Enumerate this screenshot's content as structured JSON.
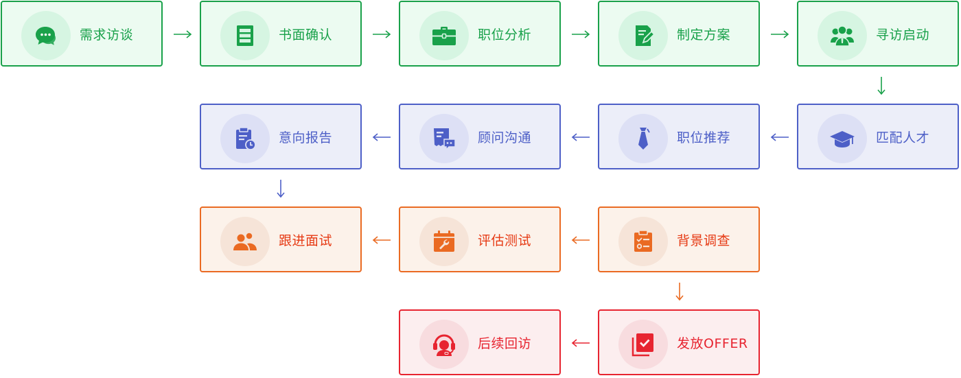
{
  "colors": {
    "green": "#19a14a",
    "blue": "#4d5fc7",
    "orange": "#ea6a22",
    "red": "#e72430"
  },
  "steps": [
    {
      "id": 1,
      "label": "需求访谈",
      "icon": "chat-bubble-icon",
      "color": "green"
    },
    {
      "id": 2,
      "label": "书面确认",
      "icon": "document-list-icon",
      "color": "green"
    },
    {
      "id": 3,
      "label": "职位分析",
      "icon": "briefcase-icon",
      "color": "green"
    },
    {
      "id": 4,
      "label": "制定方案",
      "icon": "edit-document-icon",
      "color": "green"
    },
    {
      "id": 5,
      "label": "寻访启动",
      "icon": "user-group-icon",
      "color": "green"
    },
    {
      "id": 6,
      "label": "匹配人才",
      "icon": "graduation-cap-icon",
      "color": "blue"
    },
    {
      "id": 7,
      "label": "职位推荐",
      "icon": "necktie-icon",
      "color": "blue"
    },
    {
      "id": 8,
      "label": "顾问沟通",
      "icon": "chat-document-icon",
      "color": "blue"
    },
    {
      "id": 9,
      "label": "意向报告",
      "icon": "clipboard-clock-icon",
      "color": "blue"
    },
    {
      "id": 10,
      "label": "跟进面试",
      "icon": "people-icon",
      "color": "orange"
    },
    {
      "id": 11,
      "label": "评估测试",
      "icon": "calendar-wrench-icon",
      "color": "orange"
    },
    {
      "id": 12,
      "label": "背景调查",
      "icon": "checklist-icon",
      "color": "orange"
    },
    {
      "id": 13,
      "label": "发放OFFER",
      "icon": "check-folder-icon",
      "color": "red"
    },
    {
      "id": 14,
      "label": "后续回访",
      "icon": "headset-icon",
      "color": "red"
    }
  ]
}
